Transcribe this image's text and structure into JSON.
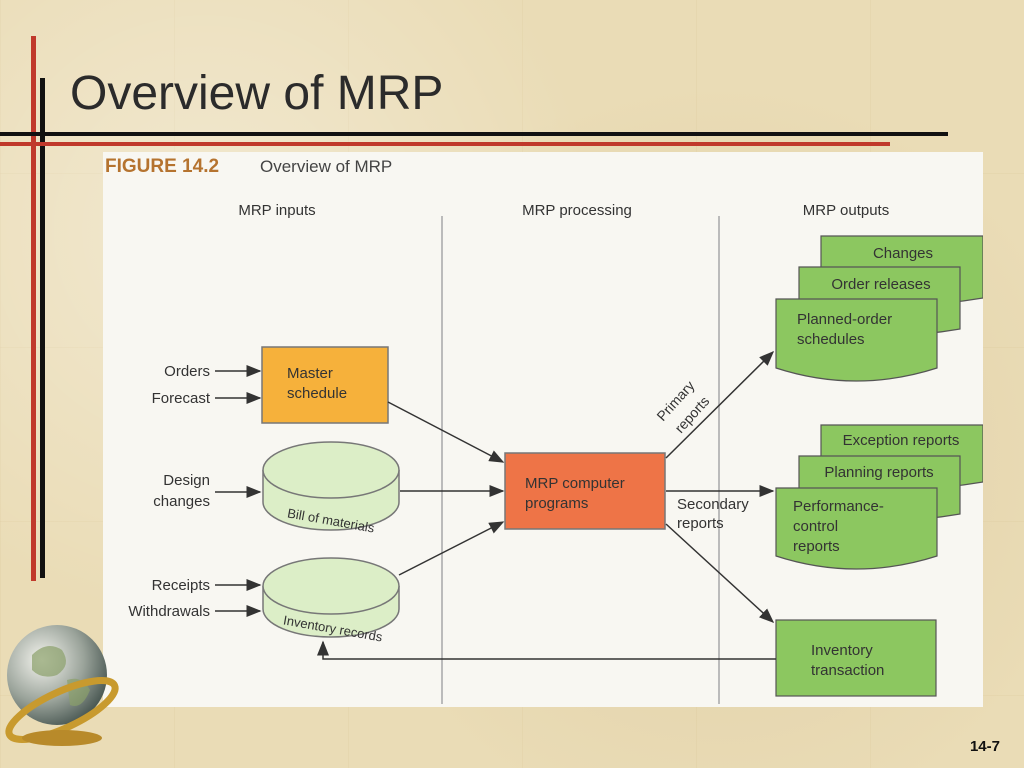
{
  "slide": {
    "title": "Overview of MRP",
    "page_number": "14-7"
  },
  "figure": {
    "label": "FIGURE 14.2",
    "caption": "Overview of MRP",
    "columns": {
      "inputs": "MRP inputs",
      "processing": "MRP processing",
      "outputs": "MRP outputs"
    },
    "inputs": {
      "orders": "Orders",
      "forecast": "Forecast",
      "design": "Design",
      "changes": "changes",
      "receipts": "Receipts",
      "withdrawals": "Withdrawals"
    },
    "boxes": {
      "master_line1": "Master",
      "master_line2": "schedule",
      "bom": "Bill of materials",
      "inventory": "Inventory records",
      "mrp_line1": "MRP computer",
      "mrp_line2": "programs"
    },
    "flows": {
      "primary_line1": "Primary",
      "primary_line2": "reports",
      "secondary_line1": "Secondary",
      "secondary_line2": "reports"
    },
    "primary_outputs": {
      "changes": "Changes",
      "order_releases": "Order releases",
      "planned_line1": "Planned-order",
      "planned_line2": "schedules"
    },
    "secondary_outputs": {
      "exception": "Exception reports",
      "planning": "Planning reports",
      "perf_line1": "Performance-",
      "perf_line2": "control",
      "perf_line3": "reports"
    },
    "inventory_transaction": {
      "line1": "Inventory",
      "line2": "transaction"
    }
  },
  "colors": {
    "master_schedule": "#f6b13b",
    "mrp_programs": "#ee7447",
    "output_green": "#8cc760",
    "record_green": "#dceec7",
    "accent_red": "#c0392b"
  }
}
